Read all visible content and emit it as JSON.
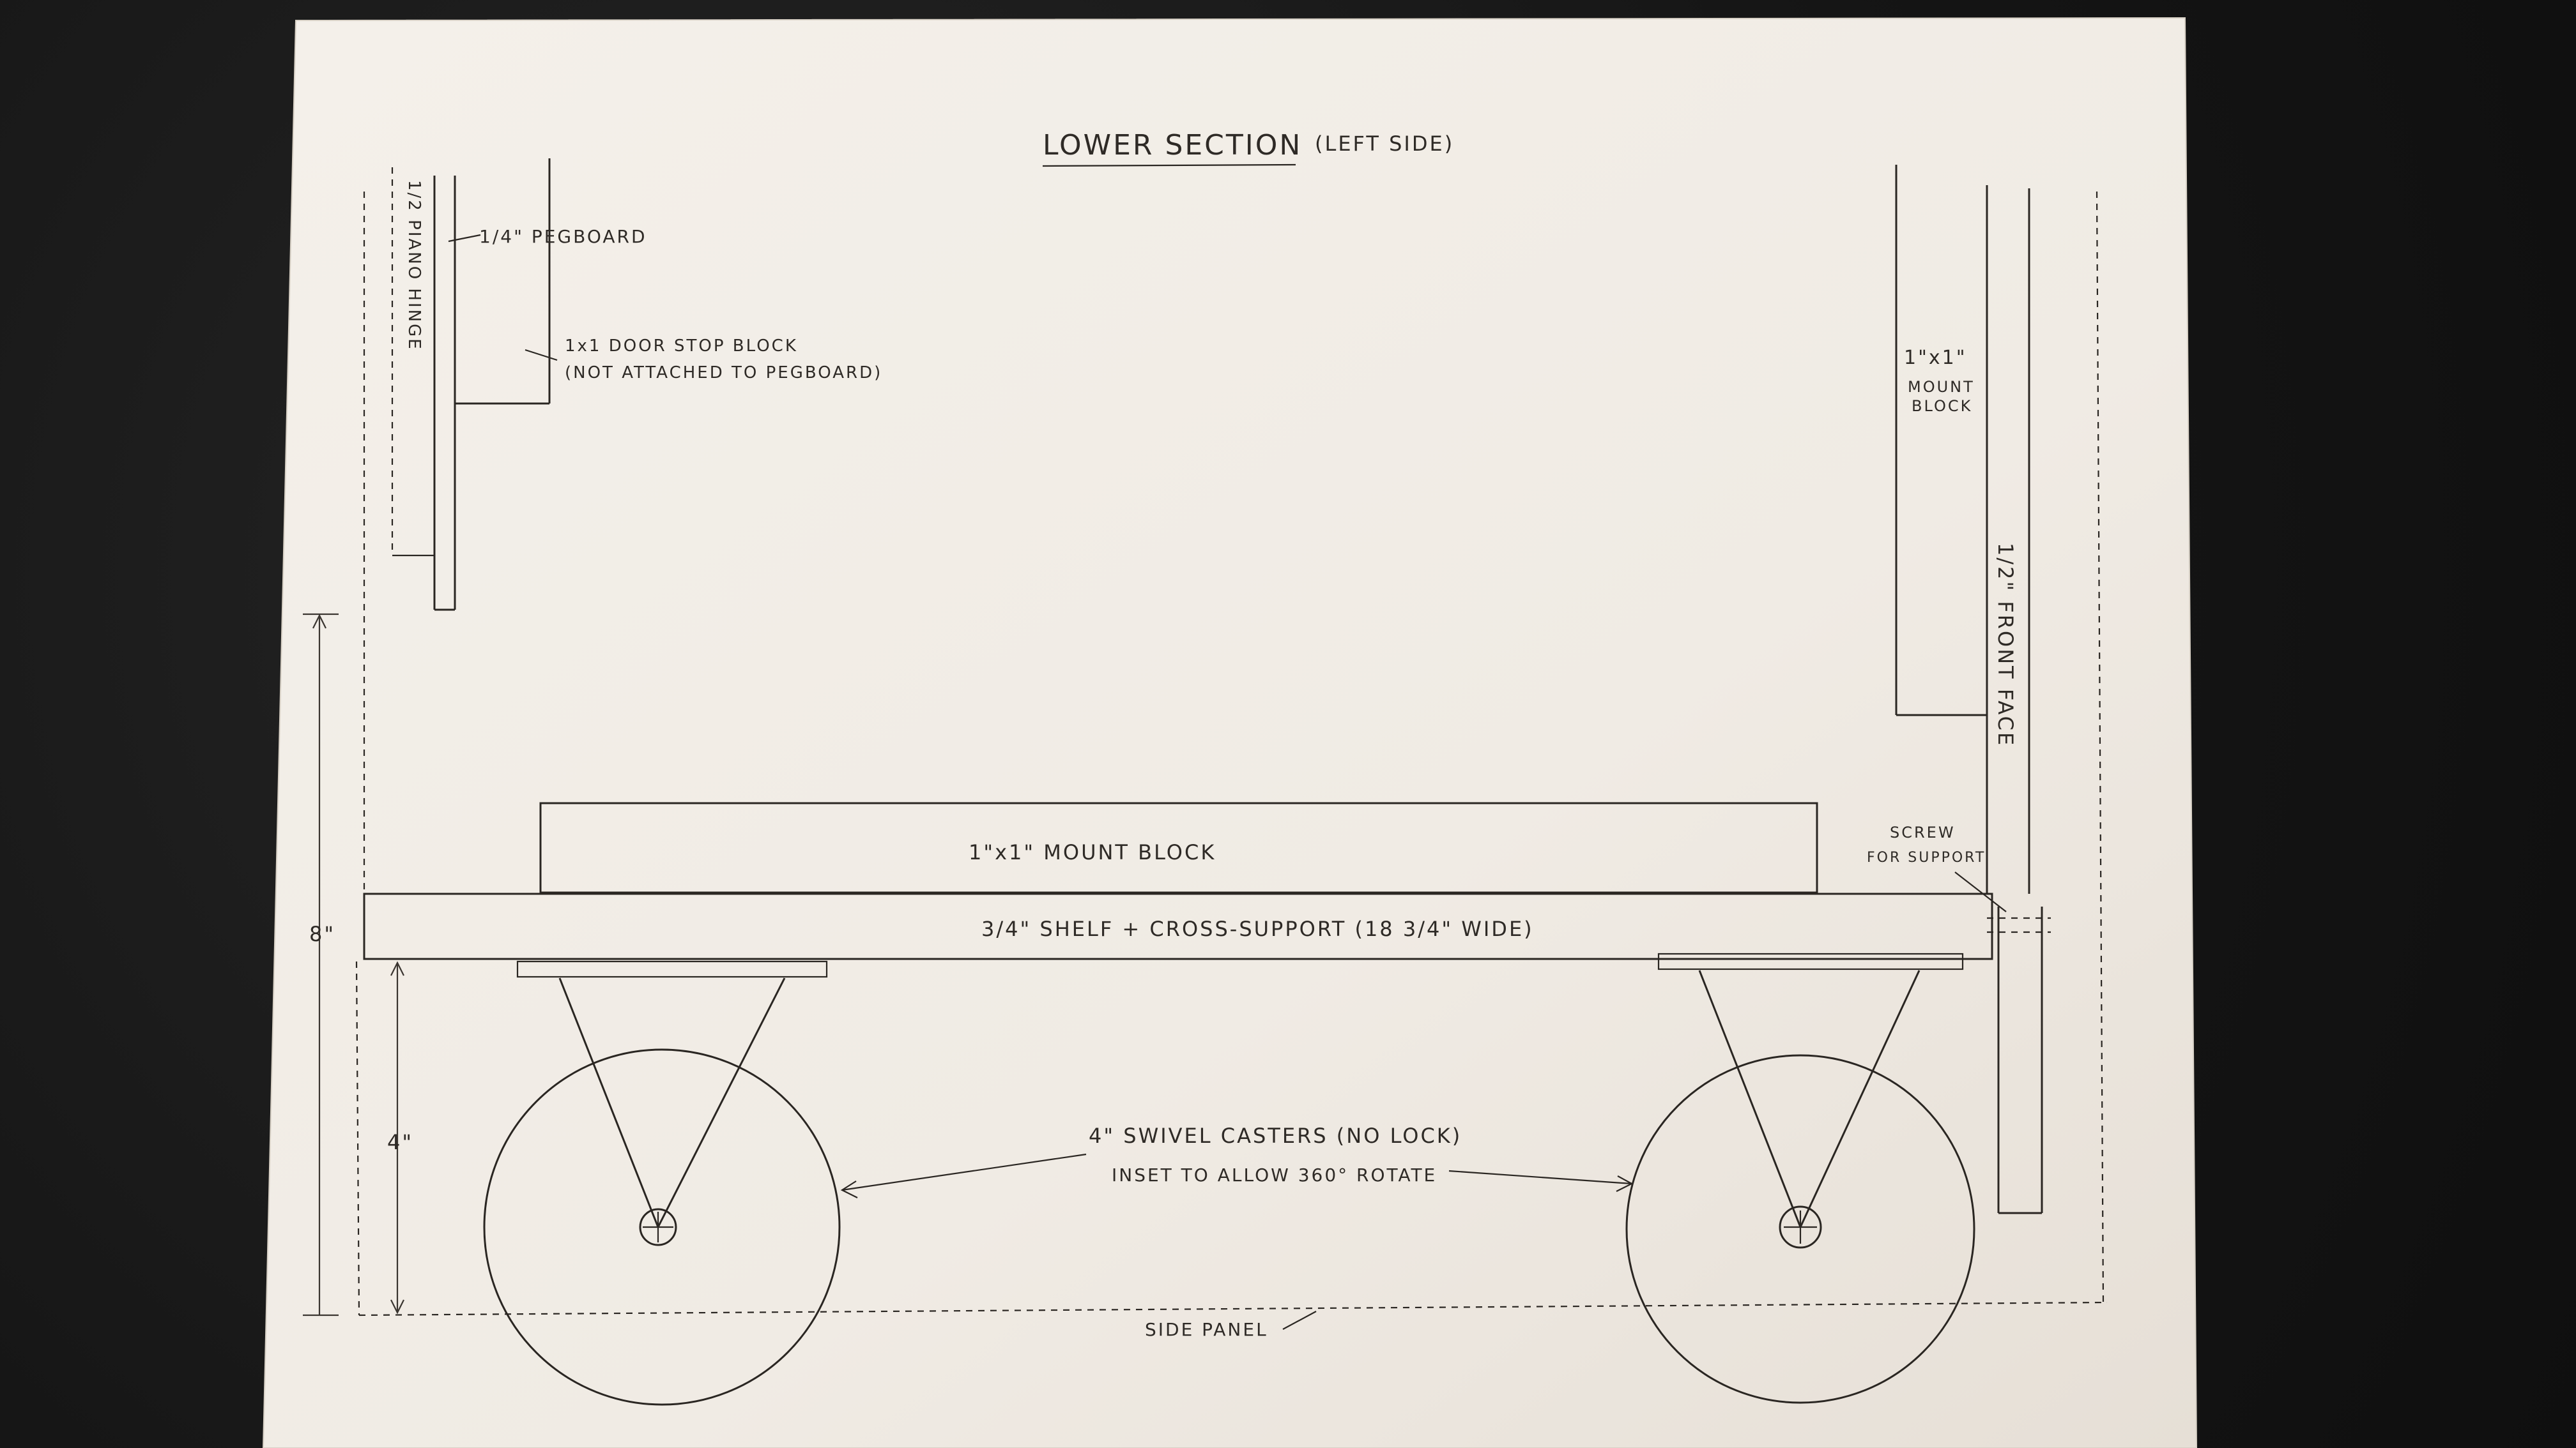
{
  "title": "LOWER SECTION",
  "title_note": "(LEFT SIDE)",
  "labels": {
    "pegboard": "1/4\" PEGBOARD",
    "piano_hinge": "1/2 PIANO HINGE",
    "door_stop_line1": "1x1 DOOR STOP BLOCK",
    "door_stop_line2": "(NOT ATTACHED TO PEGBOARD)",
    "mount_block_right_line1": "1\"x1\"",
    "mount_block_right_line2": "MOUNT",
    "mount_block_right_line3": "BLOCK",
    "front_face": "1/2\" FRONT FACE",
    "mount_block_shelf": "1\"x1\" MOUNT BLOCK",
    "shelf": "3/4\" SHELF + CROSS-SUPPORT (18 3/4\" WIDE)",
    "screw_line1": "SCREW",
    "screw_line2": "FOR SUPPORT",
    "casters_line1": "4\" SWIVEL CASTERS (NO LOCK)",
    "casters_line2": "INSET TO ALLOW 360° ROTATE",
    "side_panel": "SIDE PANEL",
    "dim_total": "8\"",
    "dim_caster": "4\""
  },
  "colors": {
    "paper": "#f2ede6",
    "ink": "#2a2622",
    "background": "#151515"
  }
}
